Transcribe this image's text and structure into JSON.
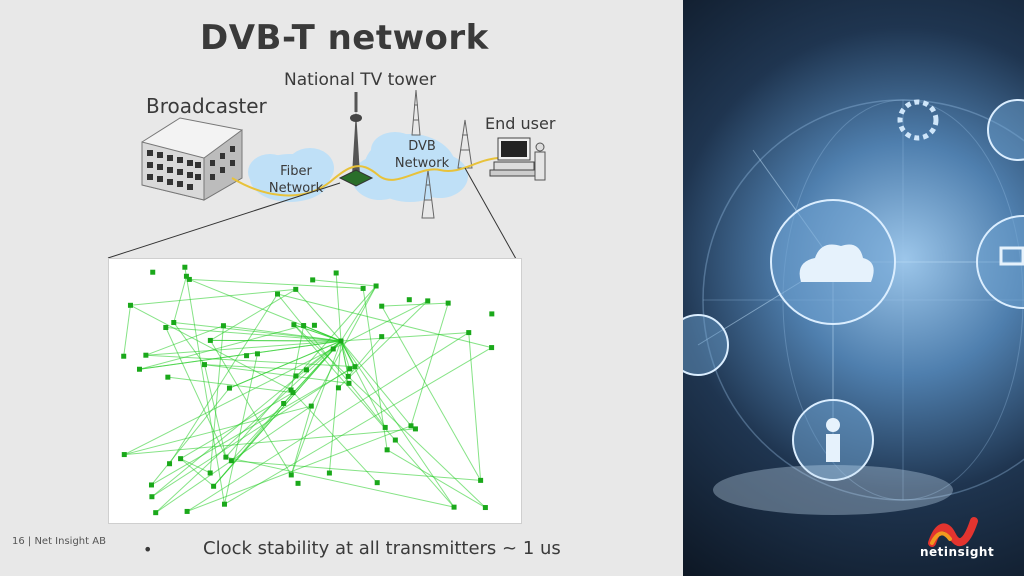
{
  "slide": {
    "title": "DVB-T network",
    "labels": {
      "national_tv_tower": "National TV tower",
      "broadcaster": "Broadcaster",
      "end_user": "End user",
      "fiber_network": [
        "Fiber",
        "Network"
      ],
      "dvb_network": [
        "DVB",
        "Network"
      ]
    },
    "bullet": "Clock stability at all transmitters ~ 1 us",
    "bullet_symbol": "•",
    "footer": "16  |  Net Insight AB",
    "logo_text": "netinsight"
  },
  "colors": {
    "background": "#e8e8e8",
    "text": "#3a3a3a",
    "network_green": "#22cc22",
    "fiber_line": "#e8c23a",
    "right_panel": "#1f3550",
    "logo_red": "#e3342f",
    "logo_orange": "#f29a1f"
  }
}
